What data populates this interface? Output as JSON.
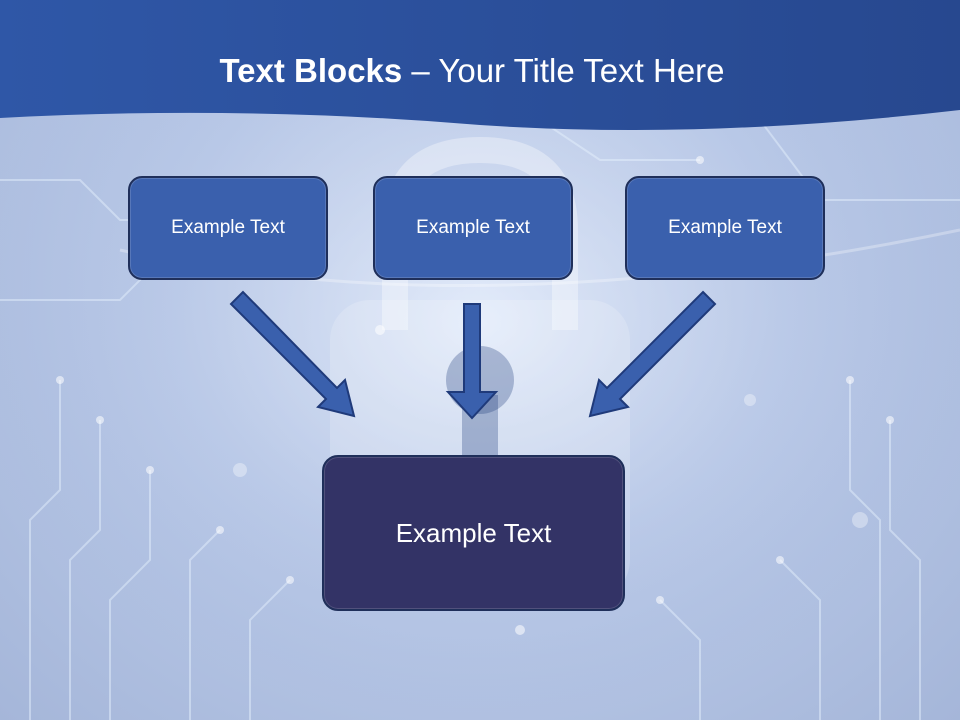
{
  "slide": {
    "title_bold": "Text Blocks",
    "title_dash": " – ",
    "title_rest": "Your Title Text Here"
  },
  "boxes": [
    {
      "label": "Example Text"
    },
    {
      "label": "Example Text"
    },
    {
      "label": "Example Text"
    }
  ],
  "result_box": {
    "label": "Example Text"
  },
  "colors": {
    "header": "#2f57a7",
    "box_fill": "#3a60ad",
    "box_border": "#1f2f5a",
    "result_fill": "#333366",
    "arrow_fill": "#3a60ad"
  },
  "icons": [
    "padlock-background-image",
    "circuit-board-background-image"
  ]
}
